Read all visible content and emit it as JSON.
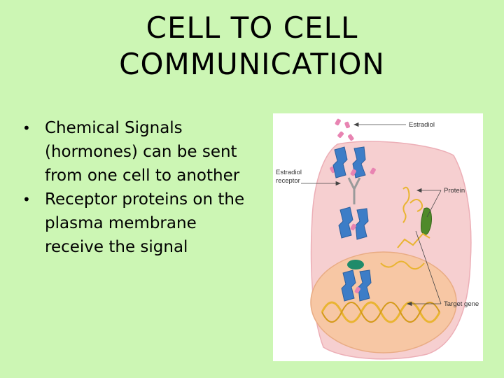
{
  "slide": {
    "title_line1": "CELL TO CELL",
    "title_line2": "COMMUNICATION",
    "bullets": [
      "Chemical Signals (hormones) can be sent from one cell to another",
      "Receptor proteins on the plasma membrane receive the signal"
    ]
  },
  "figure": {
    "labels": {
      "estradiol": "Estradiol",
      "receptor_line1": "Estradiol",
      "receptor_line2": "receptor",
      "protein": "Protein",
      "target_gene": "Target gene"
    },
    "colors": {
      "background": "#ccf6b4",
      "cell": "#f6cfd0",
      "nucleus": "#f7c7a4",
      "receptor": "#3d7dc7",
      "hormone": "#e884b2",
      "dna": "#e9b431",
      "protein": "#4f8a2a"
    }
  }
}
